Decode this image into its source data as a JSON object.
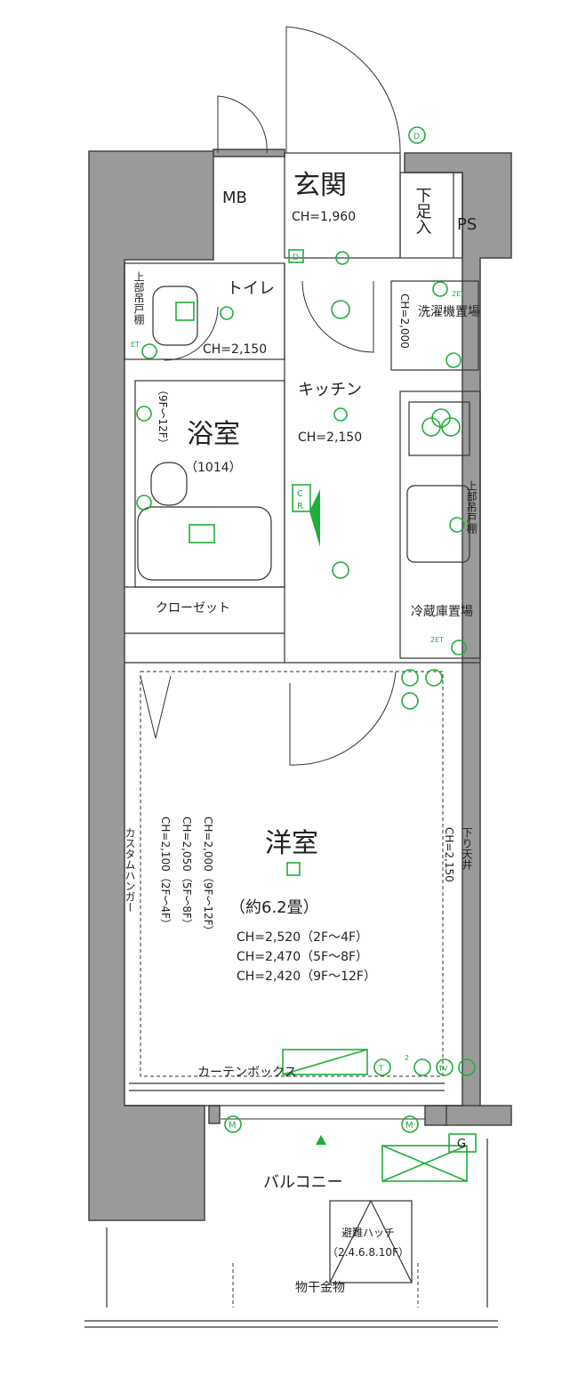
{
  "rooms": {
    "entrance": "玄関",
    "entrance_ch": "CH=1,960",
    "mb": "MB",
    "shoe_box": "下足入",
    "ps": "PS",
    "toilet": "トイレ",
    "toilet_ch": "CH=2,150",
    "upper_shelf": "上部吊戸棚",
    "washer": "洗濯機置場",
    "washer_ch": "CH=2,000",
    "kitchen": "キッチン",
    "kitchen_ch": "CH=2,150",
    "bath": "浴室",
    "bath_size": "（1014）",
    "bath_floor_note": "（9F～12F）",
    "kitchen_shelf": "上部吊戸棚",
    "closet": "クローゼット",
    "fridge": "冷蔵庫置場",
    "custom_hanger": "カスタムハンガー",
    "closet_ch_lines": [
      "CH=2,100（2F～4F）",
      "CH=2,050（5F～8F）",
      "CH=2,000（9F～12F）"
    ],
    "room": "洋室",
    "room_size": "（約6.2畳）",
    "room_ch_lines": [
      "CH=2,520（2F～4F）",
      "CH=2,470（5F～8F）",
      "CH=2,420（9F～12F）"
    ],
    "drop_ceiling": "下り天井",
    "drop_ceiling_ch": "CH=2,150",
    "curtain_box": "カーテンボックス",
    "balcony": "バルコニー",
    "hatch": "避難ハッチ",
    "hatch_floors": "（2.4.6.8.10F）",
    "drying_hardware": "物干金物"
  },
  "symbols": {
    "d": "D",
    "et": "ET",
    "twoet": "2ET",
    "m": "M",
    "g": "G",
    "t": "T",
    "tv": "TV",
    "c": "C",
    "r": "R",
    "two": "2"
  },
  "colors": {
    "wall": "#9a9a9a",
    "equipment": "#1fae3a",
    "line": "#333333"
  }
}
